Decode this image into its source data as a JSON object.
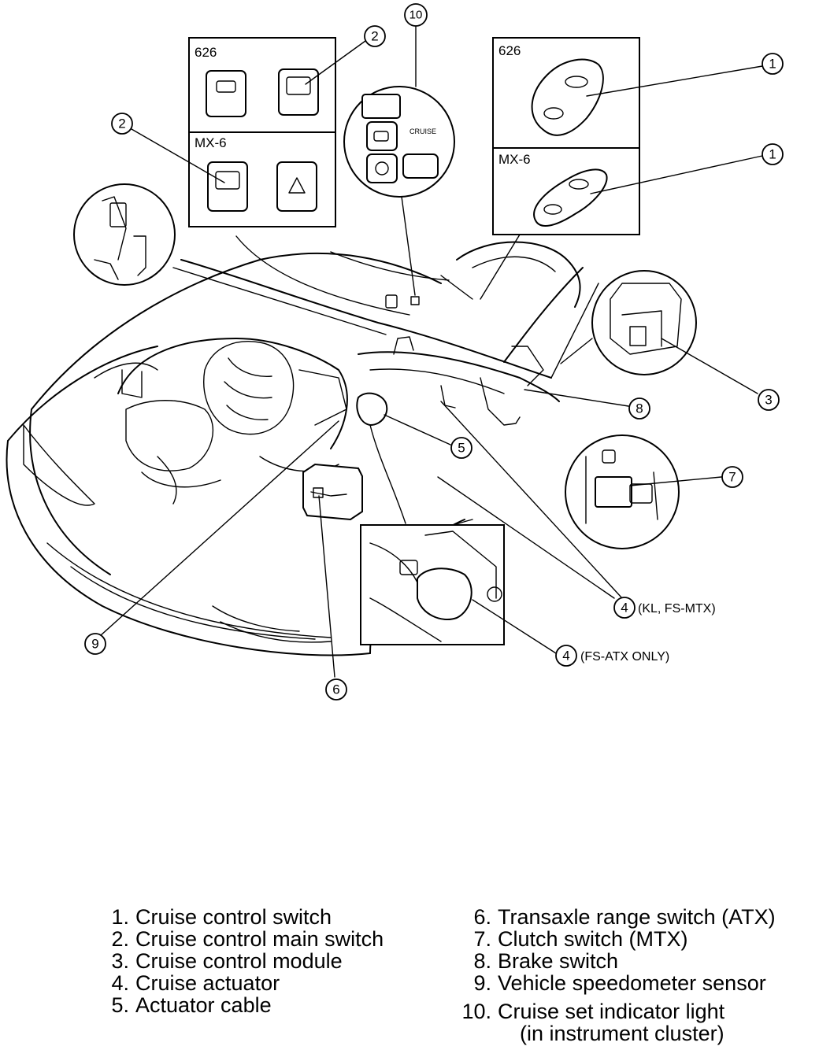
{
  "diagram": {
    "callouts": {
      "c1a": "1",
      "c1b": "1",
      "c2a": "2",
      "c2b": "2",
      "c3": "3",
      "c4a": "4",
      "c4b": "4",
      "c5": "5",
      "c6": "6",
      "c7": "7",
      "c8": "8",
      "c9": "9",
      "c10": "10"
    },
    "notes": {
      "c4a": "(KL, FS-MTX)",
      "c4b": "(FS-ATX ONLY)"
    },
    "boxes": {
      "main_switch_top": "626",
      "main_switch_bottom": "MX-6",
      "cruise_switch_top": "626",
      "cruise_switch_bottom": "MX-6"
    },
    "indicator_text": "CRUISE"
  },
  "legend": {
    "left": [
      {
        "num": "1.",
        "label": "Cruise control switch"
      },
      {
        "num": "2.",
        "label": "Cruise control main switch"
      },
      {
        "num": "3.",
        "label": "Cruise control module"
      },
      {
        "num": "4.",
        "label": "Cruise actuator"
      },
      {
        "num": "5.",
        "label": "Actuator cable"
      }
    ],
    "right": [
      {
        "num": "6.",
        "label": "Transaxle range switch (ATX)"
      },
      {
        "num": "7.",
        "label": "Clutch switch (MTX)"
      },
      {
        "num": "8.",
        "label": "Brake switch"
      },
      {
        "num": "9.",
        "label": "Vehicle speedometer sensor"
      },
      {
        "num": "10.",
        "label": "Cruise set indicator light"
      }
    ],
    "right_continuation": "(in instrument cluster)"
  }
}
